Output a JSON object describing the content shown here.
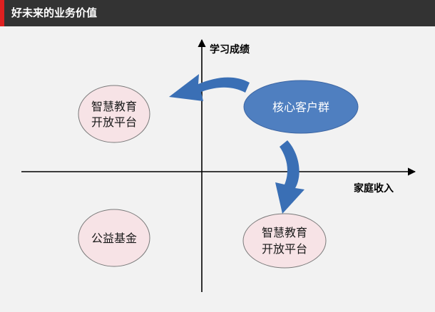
{
  "header": {
    "title": "好未来的业务价值"
  },
  "axes": {
    "y_label": "学习成绩",
    "x_label": "家庭收入"
  },
  "nodes": {
    "core": {
      "label": "核心客户群"
    },
    "top_left": {
      "line1": "智慧教育",
      "line2": "开放平台"
    },
    "bottom_left": {
      "label": "公益基金"
    },
    "bottom_right": {
      "line1": "智慧教育",
      "line2": "开放平台"
    }
  },
  "colors": {
    "header_bg": "#333333",
    "header_accent": "#e02020",
    "core_fill": "#4f7fc0",
    "bubble_fill": "#f7e3e6",
    "bubble_stroke": "#7a7a7a",
    "arrow_fill": "#3a6fb5"
  }
}
